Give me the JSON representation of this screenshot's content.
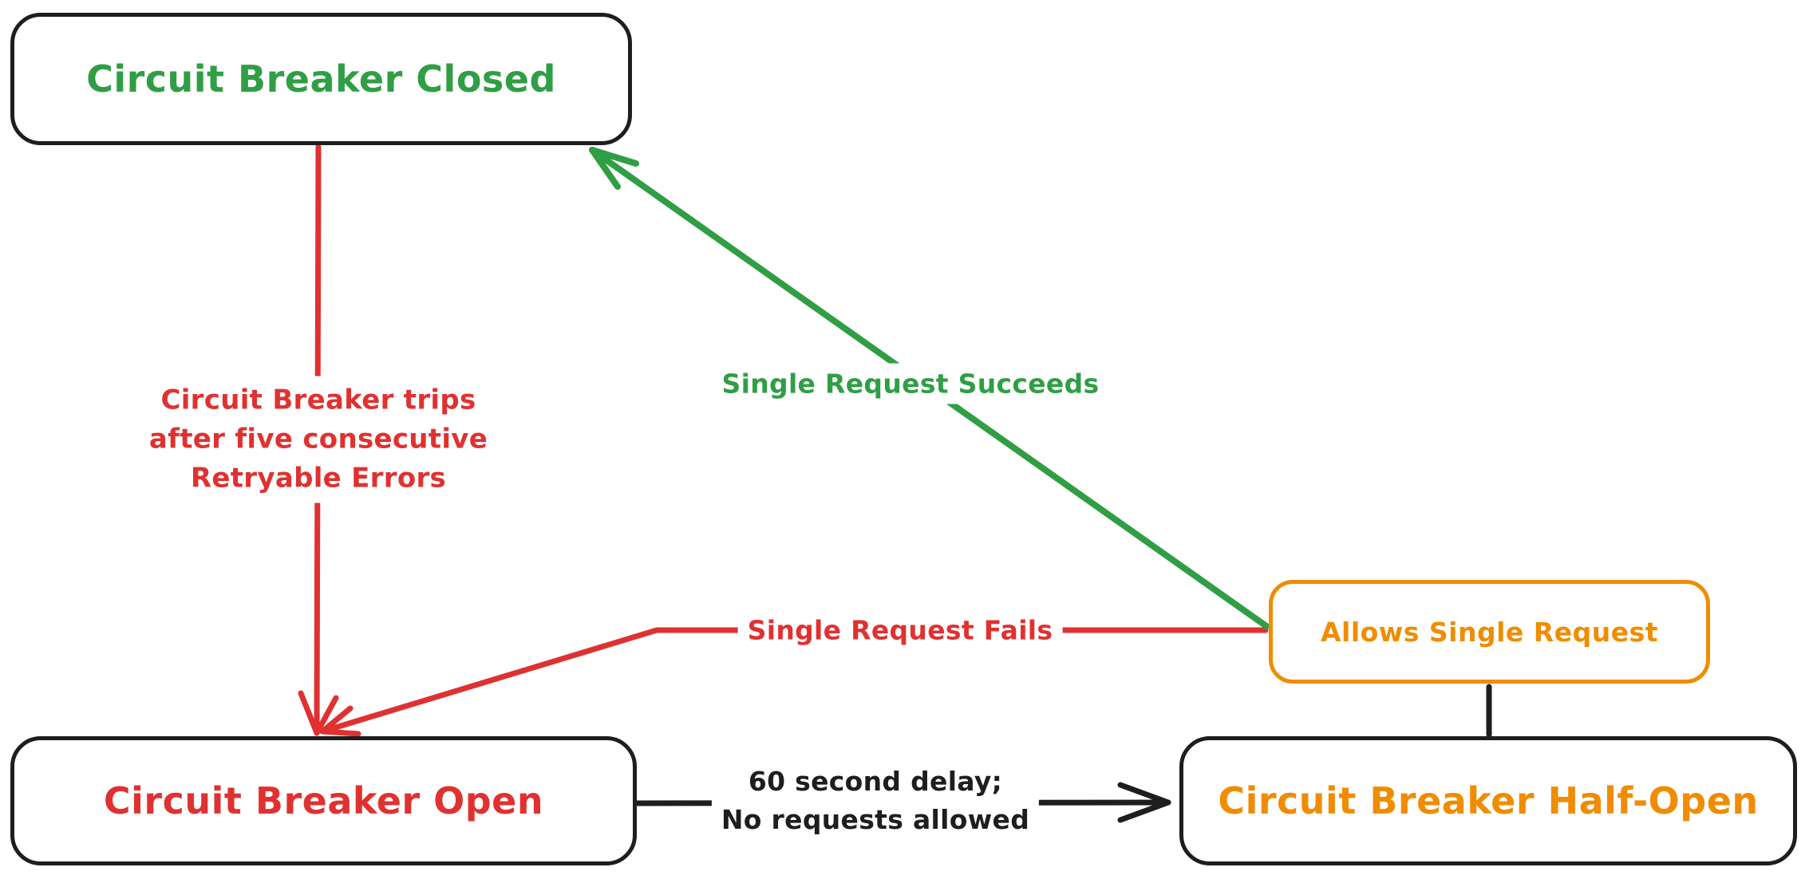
{
  "palette": {
    "black": "#1e1e1e",
    "red": "#e03131",
    "green": "#2f9e44",
    "orange": "#f08c00",
    "background": "#ffffff"
  },
  "nodes": {
    "closed": {
      "label": "Circuit Breaker Closed",
      "text_color": "#2f9e44",
      "border_color": "#1e1e1e"
    },
    "open": {
      "label": "Circuit Breaker Open",
      "text_color": "#e03131",
      "border_color": "#1e1e1e"
    },
    "half_open": {
      "label": "Circuit Breaker Half-Open",
      "text_color": "#f08c00",
      "border_color": "#1e1e1e"
    },
    "allows_single_request": {
      "label": "Allows Single Request",
      "text_color": "#f08c00",
      "border_color": "#f08c00"
    }
  },
  "edges": {
    "trip": {
      "from": "closed",
      "to": "open",
      "color": "#e03131",
      "label_lines": [
        "Circuit Breaker trips",
        "after five consecutive",
        "Retryable Errors"
      ]
    },
    "single_request_succeeds": {
      "from": "allows_single_request",
      "to": "closed",
      "color": "#2f9e44",
      "label": "Single Request Succeeds"
    },
    "single_request_fails": {
      "from": "allows_single_request",
      "to": "open",
      "color": "#e03131",
      "label": "Single Request Fails"
    },
    "delay": {
      "from": "open",
      "to": "half_open",
      "color": "#1e1e1e",
      "label_lines": [
        "60 second delay;",
        "No requests allowed"
      ]
    },
    "half_open_to_allows": {
      "from": "half_open",
      "to": "allows_single_request",
      "color": "#1e1e1e",
      "label": ""
    }
  }
}
